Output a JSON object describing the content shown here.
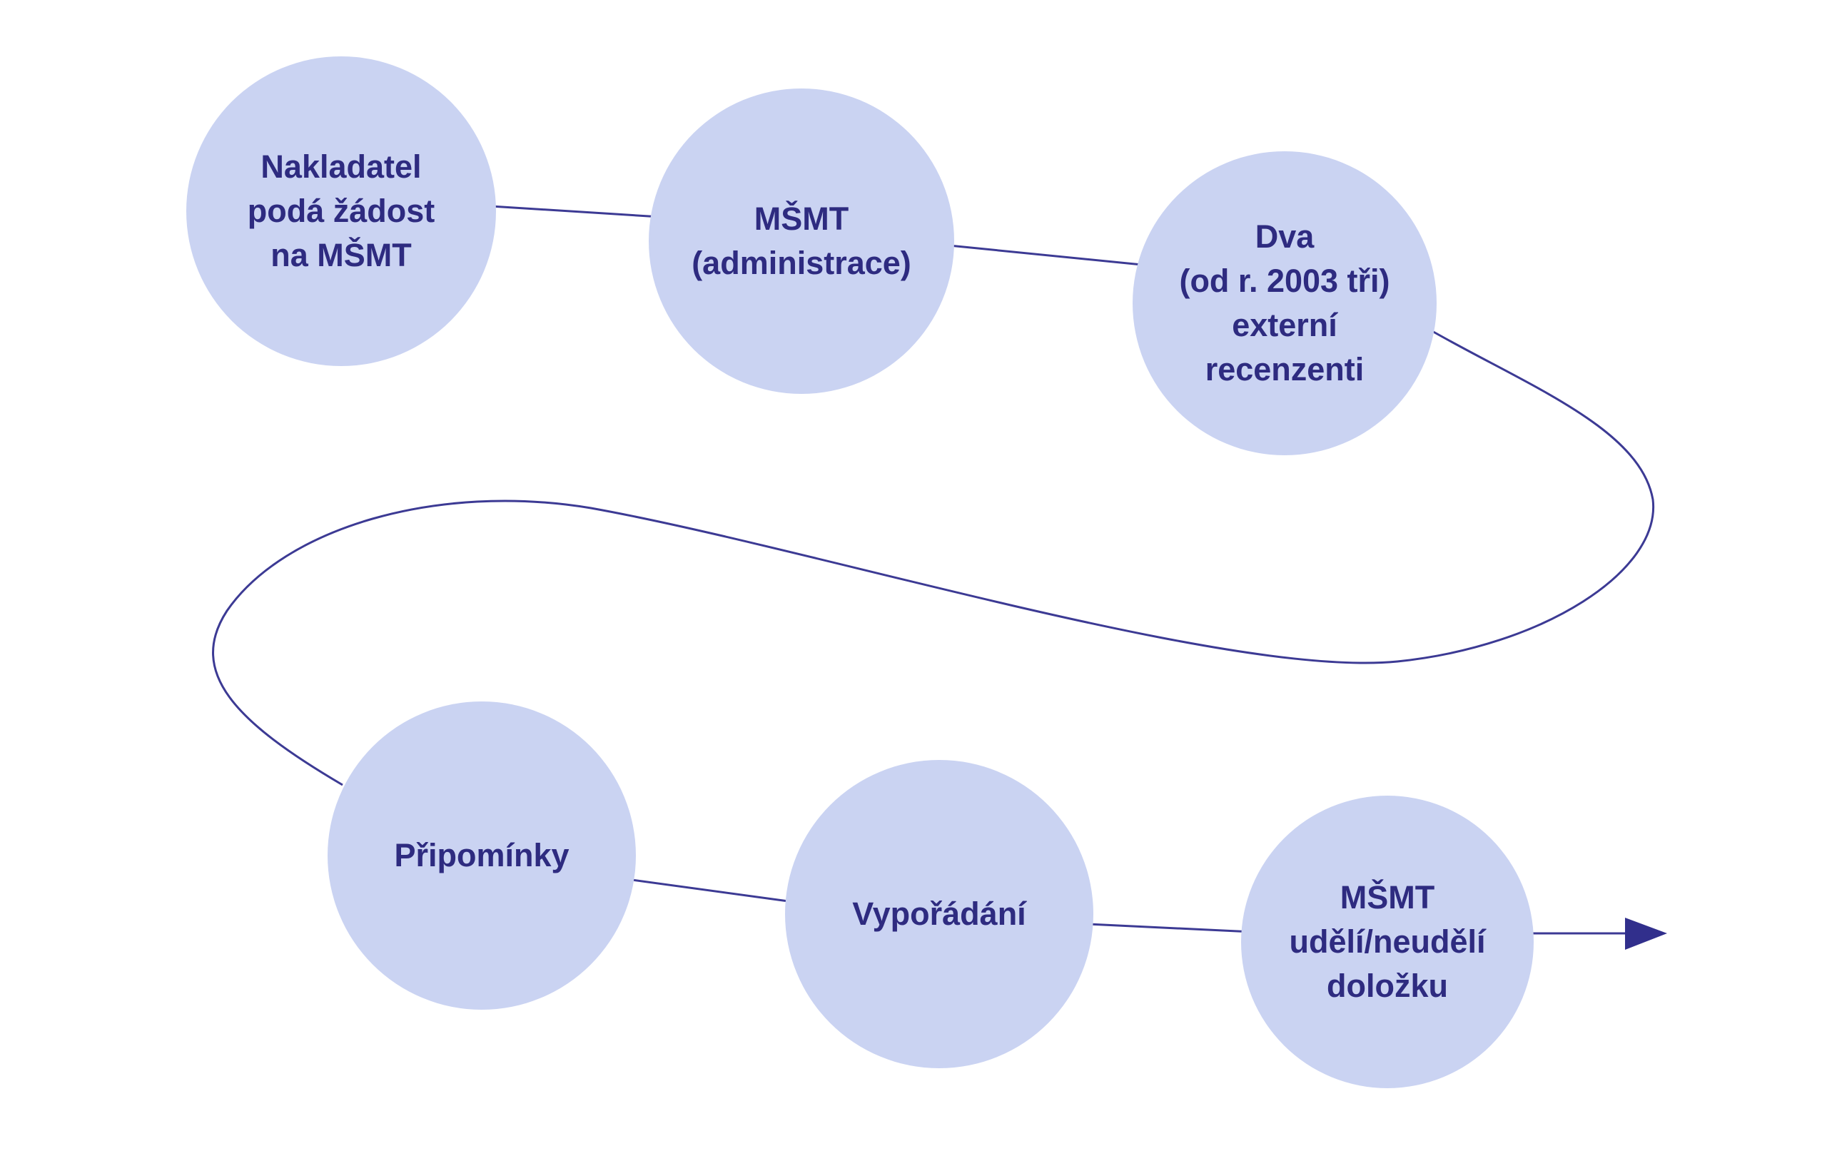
{
  "diagram": {
    "steps": [
      {
        "id": 1,
        "label": "Nakladatel\npodá žádost\nna MŠMT"
      },
      {
        "id": 2,
        "label": "MŠMT\n(administrace)"
      },
      {
        "id": 3,
        "label": "Dva\n(od r. 2003 tři)\nexterní\nrecenzenti"
      },
      {
        "id": 4,
        "label": "Připomínky"
      },
      {
        "id": 5,
        "label": "Vypořádání"
      },
      {
        "id": 6,
        "label": "MŠMT\nudělí/neudělí\ndoložku"
      }
    ],
    "colors": {
      "node_fill": "#cad3f2",
      "label_text": "#2e2b80",
      "connector_stroke": "#3c3a94",
      "arrowhead_fill": "#312f8c",
      "background": "#ffffff"
    }
  }
}
